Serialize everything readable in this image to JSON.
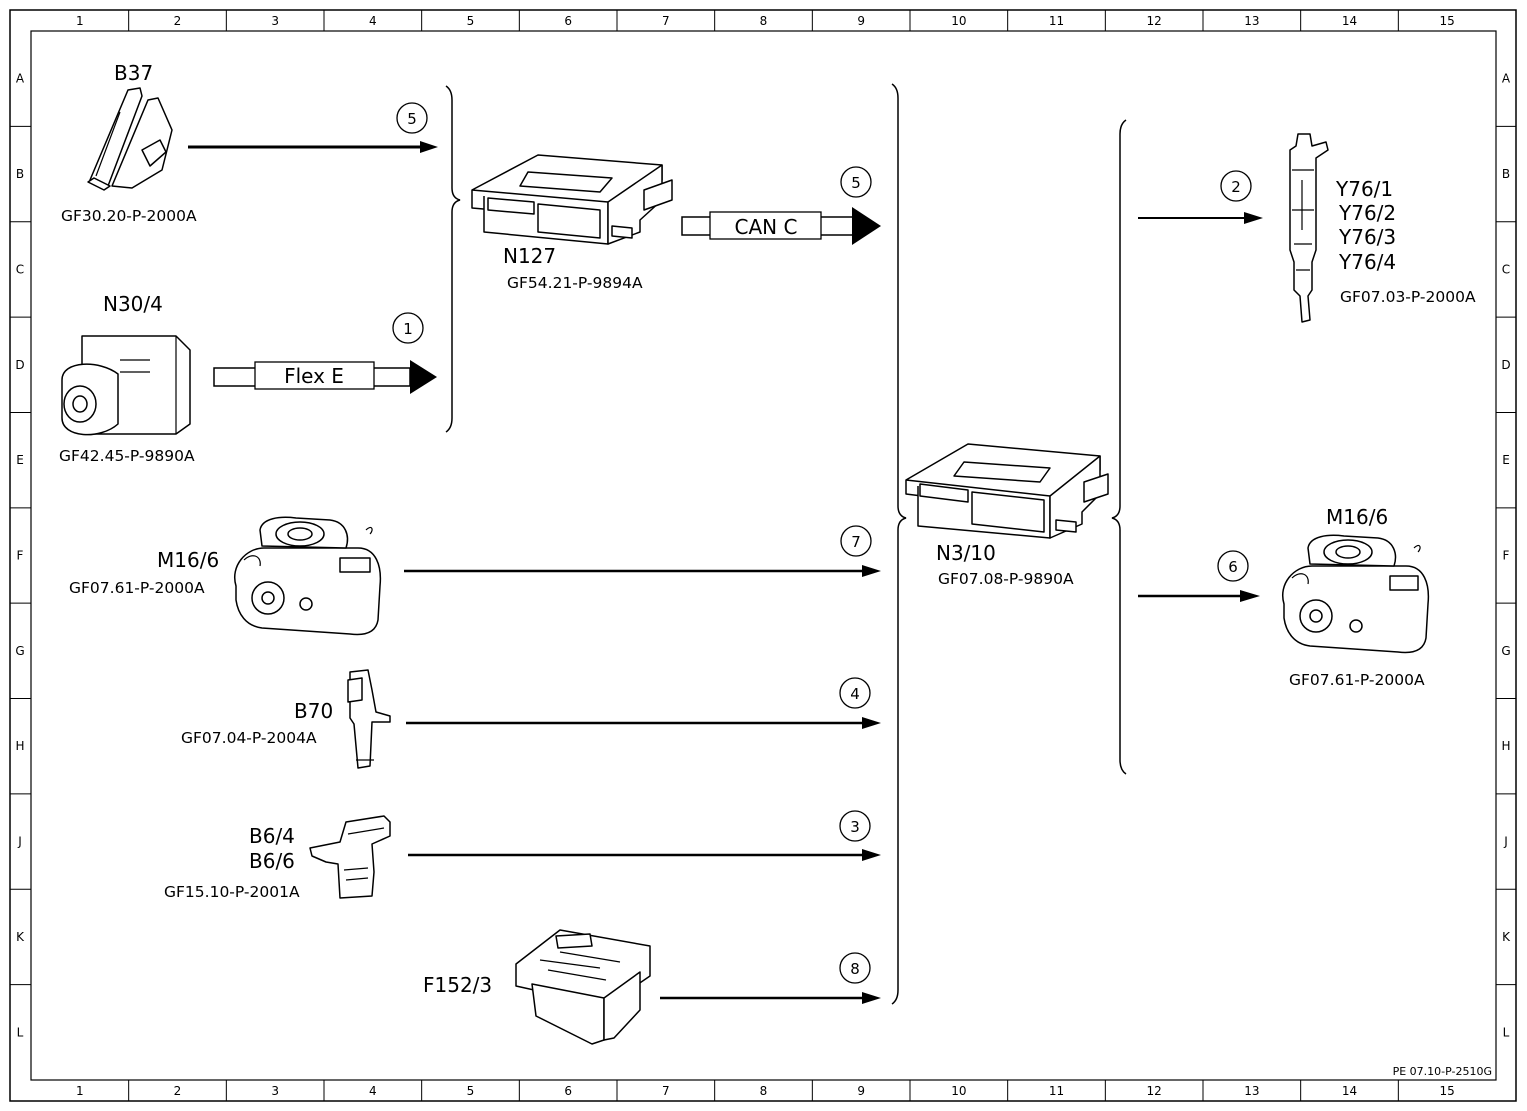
{
  "grid": {
    "columns": [
      "1",
      "2",
      "3",
      "4",
      "5",
      "6",
      "7",
      "8",
      "9",
      "10",
      "11",
      "12",
      "13",
      "14",
      "15"
    ],
    "rows": [
      "A",
      "B",
      "C",
      "D",
      "E",
      "F",
      "G",
      "H",
      "J",
      "K",
      "L"
    ]
  },
  "components": {
    "b37": {
      "label": "B37",
      "ref": "GF30.20-P-2000A"
    },
    "n30_4": {
      "label": "N30/4",
      "ref": "GF42.45-P-9890A"
    },
    "m16_6_left": {
      "label": "M16/6",
      "ref": "GF07.61-P-2000A"
    },
    "b70": {
      "label": "B70",
      "ref": "GF07.04-P-2004A"
    },
    "b6": {
      "label_1": "B6/4",
      "label_2": "B6/6",
      "ref": "GF15.10-P-2001A"
    },
    "f152_3": {
      "label": "F152/3"
    },
    "n127": {
      "label": "N127",
      "ref": "GF54.21-P-9894A"
    },
    "n3_10": {
      "label": "N3/10",
      "ref": "GF07.08-P-9890A"
    },
    "y76": {
      "label_1": "Y76/1",
      "label_2": "Y76/2",
      "label_3": "Y76/3",
      "label_4": "Y76/4",
      "ref": "GF07.03-P-2000A"
    },
    "m16_6_right": {
      "label": "M16/6",
      "ref": "GF07.61-P-2000A"
    }
  },
  "buses": {
    "flex_e": "Flex E",
    "can_c": "CAN C"
  },
  "signals": {
    "b37": "5",
    "n30_4": "1",
    "n127": "5",
    "m16_6_left": "7",
    "b70": "4",
    "b6": "3",
    "f152_3": "8",
    "y76": "2",
    "m16_6_right": "6"
  },
  "document_code": "PE 07.10-P-2510G"
}
